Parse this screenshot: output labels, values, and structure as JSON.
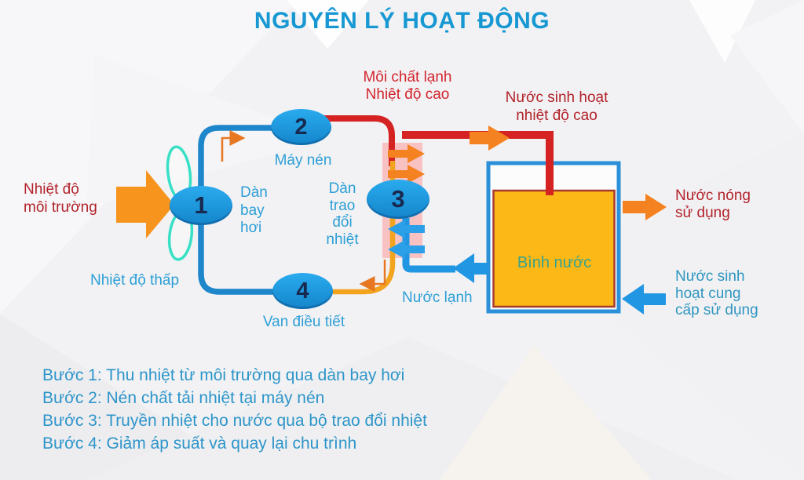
{
  "title": "NGUYÊN LÝ HOẠT ĐỘNG",
  "colors": {
    "title_blue": "#1898d3",
    "label_blue": "#2d9fd6",
    "label_red": "#b2232a",
    "label_red_bright": "#d2252d",
    "tank_text_teal": "#36a28d",
    "supply_text_blue": "#2f96bf",
    "steps_blue": "#2d95c9",
    "pipe_blue": "#1e86ca",
    "pipe_red": "#d52222",
    "pipe_orange": "#f2a41f",
    "water_blue": "#2196e3",
    "block_arrow_orange": "#f58220",
    "env_arrow_orange": "#f7941e",
    "exchanger_pink": "#f8c2c3",
    "tank_yellow": "#fbb817",
    "tank_border_blue": "#2b90d9",
    "tank_border_red": "#a63a2d",
    "fan_teal": "#38e0c6",
    "node_fill": "#1f9ee5"
  },
  "diagram": {
    "nodes": [
      {
        "number": "1",
        "label": "Dàn\nbay\nhơi"
      },
      {
        "number": "2",
        "label": "Máy nén"
      },
      {
        "number": "3",
        "label": "Dàn\ntrao\nđổi\nnhiệt"
      },
      {
        "number": "4",
        "label": "Van điều tiết"
      }
    ],
    "labels": {
      "refrigerant_hot": "Môi chất lạnh\nNhiệt độ cao",
      "domestic_water_hot": "Nước sinh hoạt\nnhiệt độ cao",
      "ambient_temp": "Nhiệt độ\nmôi trường",
      "low_temp": "Nhiệt độ thấp",
      "cold_water": "Nước lạnh",
      "tank": "Bình nước",
      "hot_water_use": "Nước nóng\nsử dụng",
      "supply_water": "Nước sinh\nhoạt cung\ncấp sử dụng"
    }
  },
  "steps": [
    "Bước 1: Thu nhiệt từ môi trường qua dàn bay hơi",
    "Bước 2: Nén chất tải nhiệt tại máy nén",
    "Bước 3: Truyền nhiệt cho nước qua bộ trao đổi nhiệt",
    "Bước 4: Giảm áp suất và quay lại chu trình"
  ]
}
